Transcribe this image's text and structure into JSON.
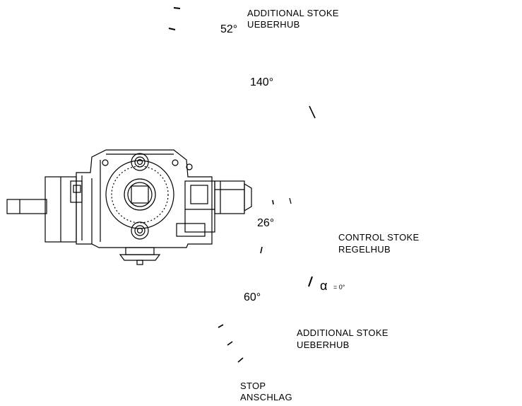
{
  "labels": {
    "additional_stroke_top_en": "ADDITIONAL STOKE",
    "additional_stroke_top_de": "UEBERHUB",
    "angle_top": "52°",
    "angle_140": "140°",
    "angle_26": "26°",
    "control_stroke_en": "CONTROL STOKE",
    "control_stroke_de": "REGELHUB",
    "alpha_symbol": "α",
    "alpha_value": "= 0°",
    "angle_60": "60°",
    "additional_stroke_bottom_en": "ADDITIONAL STOKE",
    "additional_stroke_bottom_de": "UEBERHUB",
    "stop_en": "STOP",
    "stop_de": "ANSCHLAG"
  }
}
